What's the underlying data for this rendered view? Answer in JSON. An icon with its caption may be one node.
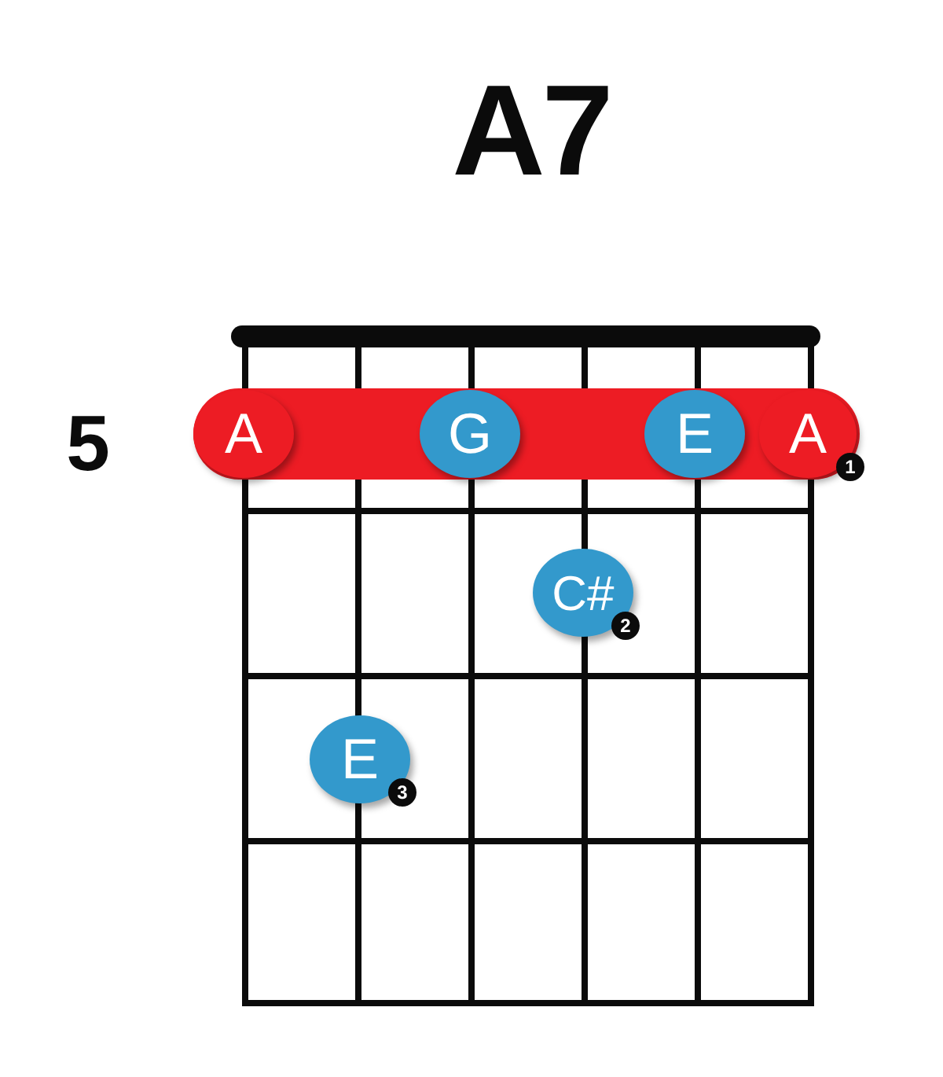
{
  "diagram": {
    "title": "A7",
    "nodes": [
      {
        "text": [],
        "shape": "bar"
      },
      {
        "text": [
          "A"
        ],
        "in": 0
      },
      {
        "text": [
          "G"
        ],
        "in": 0
      },
      {
        "text": [
          "E"
        ],
        "in": 0
      },
      {
        "text": [
          "A",
          "1"
        ],
        "in": 0
      },
      {
        "text": [
          "C#",
          "2"
        ]
      },
      {
        "text": [
          "E",
          "3"
        ]
      }
    ],
    "labels": [
      "5"
    ]
  }
}
